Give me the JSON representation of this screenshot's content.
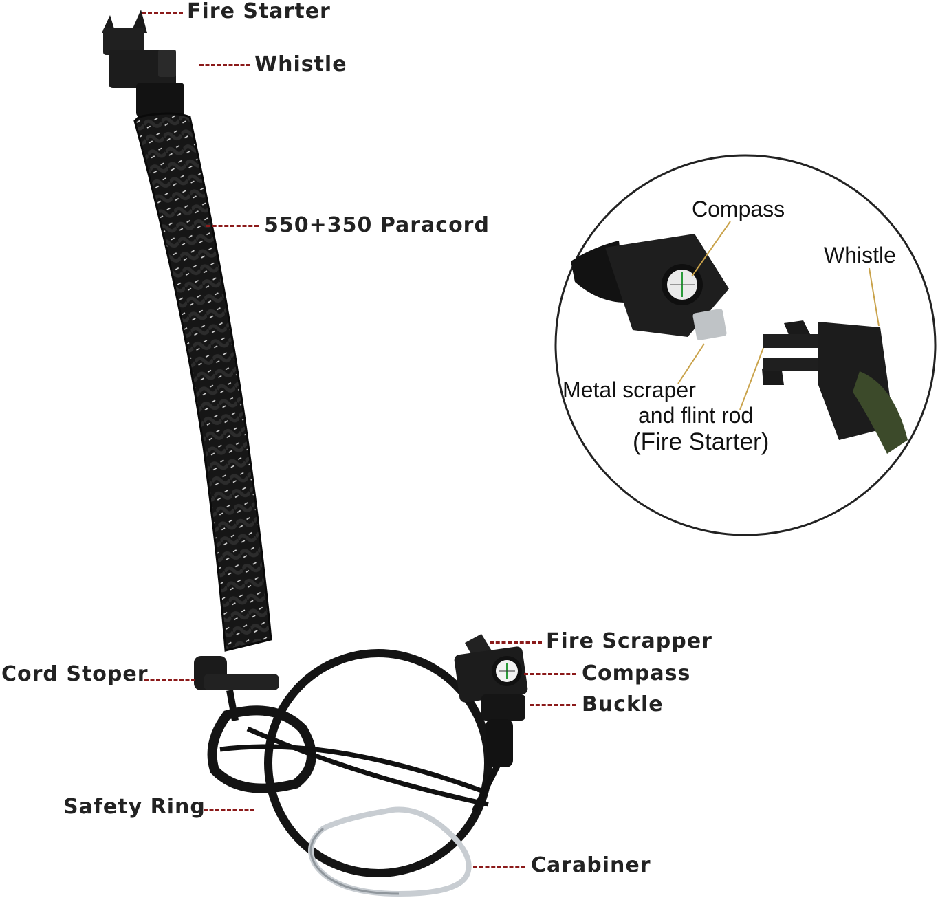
{
  "labels": {
    "fire_starter": "Fire Starter",
    "whistle": "Whistle",
    "paracord": "550+350 Paracord",
    "cord_stoper": "Cord Stoper",
    "safety_ring": "Safety Ring",
    "fire_scrapper": "Fire Scrapper",
    "compass": "Compass",
    "buckle": "Buckle",
    "carabiner": "Carabiner"
  },
  "inset": {
    "compass": "Compass",
    "whistle": "Whistle",
    "scraper_line1": "Metal scraper",
    "scraper_line2": "and flint rod",
    "scraper_line3": "(Fire Starter)"
  },
  "colors": {
    "leader": "#8b1a1a",
    "inset_leader": "#c9a24a",
    "cord": "#151515",
    "reflective": "#d8d8d8",
    "carabiner": "#c8cdd2",
    "olive_cord": "#3c4a2a"
  }
}
